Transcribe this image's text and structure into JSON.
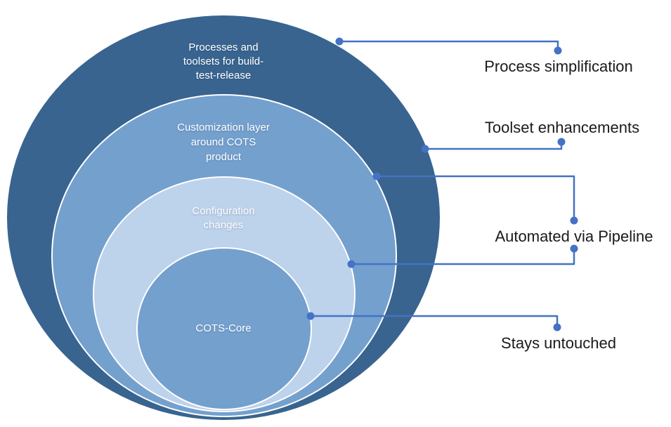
{
  "diagram": {
    "kind": "nested-circles-onion",
    "circles": [
      {
        "id": "processes",
        "label_lines": [
          "Processes and",
          "toolsets for build-",
          "test-release"
        ],
        "fill": "#38648F",
        "text_color": "#FFFFFF"
      },
      {
        "id": "customization",
        "label_lines": [
          "Customization layer",
          "around COTS",
          "product"
        ],
        "fill": "#74A0CE",
        "text_color": "#FFFFFF"
      },
      {
        "id": "configuration",
        "label_lines": [
          "Configuration",
          "changes"
        ],
        "fill": "#BDD2EB",
        "text_color": "#FFFFFF"
      },
      {
        "id": "core",
        "label_lines": [
          "COTS-Core"
        ],
        "fill": "#74A0CE",
        "text_color": "#FFFFFF"
      }
    ],
    "annotations": [
      {
        "id": "process-simplification",
        "label": "Process simplification"
      },
      {
        "id": "toolset-enhancements",
        "label": "Toolset enhancements"
      },
      {
        "id": "automated-via-pipeline",
        "label": "Automated via Pipeline"
      },
      {
        "id": "stays-untouched",
        "label": "Stays untouched"
      }
    ],
    "colors": {
      "connector": "#4472C4",
      "outer_circle": "#38648F",
      "mid_circle": "#74A0CE",
      "light_circle": "#BDD2EB",
      "circle_text": "#FFFFFF",
      "annotation_text": "#1A1A1A",
      "background": "#FFFFFF"
    }
  }
}
